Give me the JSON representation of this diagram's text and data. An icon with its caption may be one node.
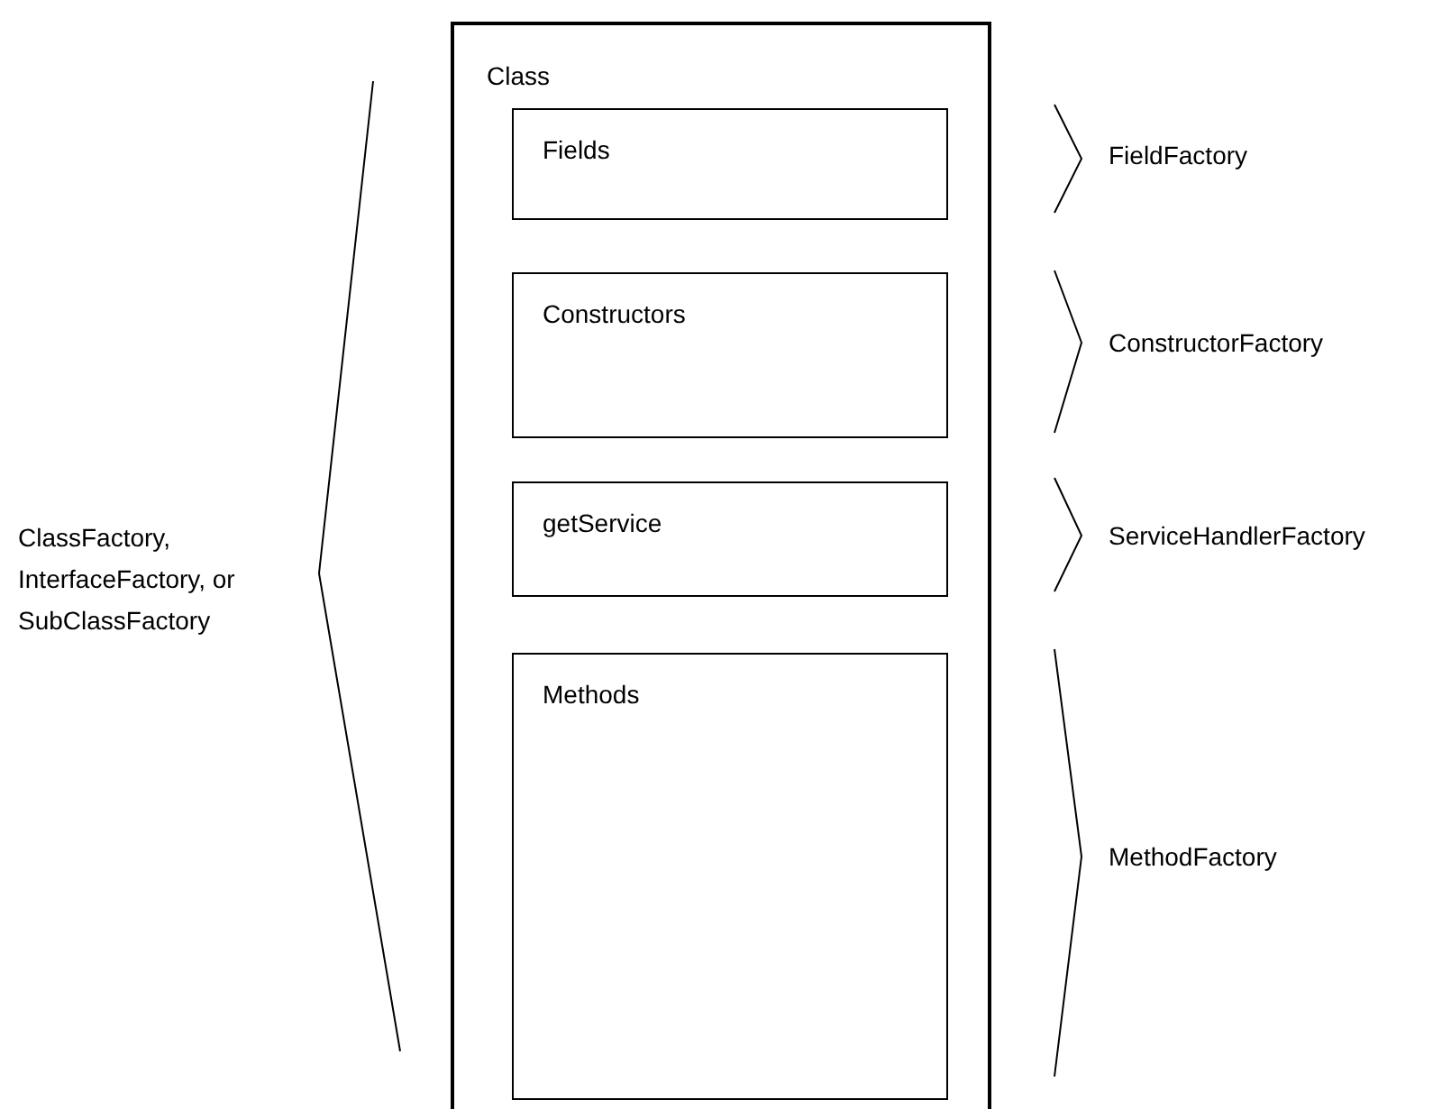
{
  "diagram": {
    "nodes": [
      {
        "text": [
          "Class"
        ]
      },
      {
        "text": [
          "Fields"
        ],
        "in": 0
      },
      {
        "text": [
          "Constructors"
        ],
        "in": 0
      },
      {
        "text": [
          "getService"
        ],
        "in": 0
      },
      {
        "text": [
          "Methods"
        ],
        "in": 0
      }
    ],
    "labels": [
      "ClassFactory, InterfaceFactory, or SubClassFactory",
      "FieldFactory",
      "ConstructorFactory",
      "ServiceHandlerFactory",
      "MethodFactory"
    ]
  }
}
